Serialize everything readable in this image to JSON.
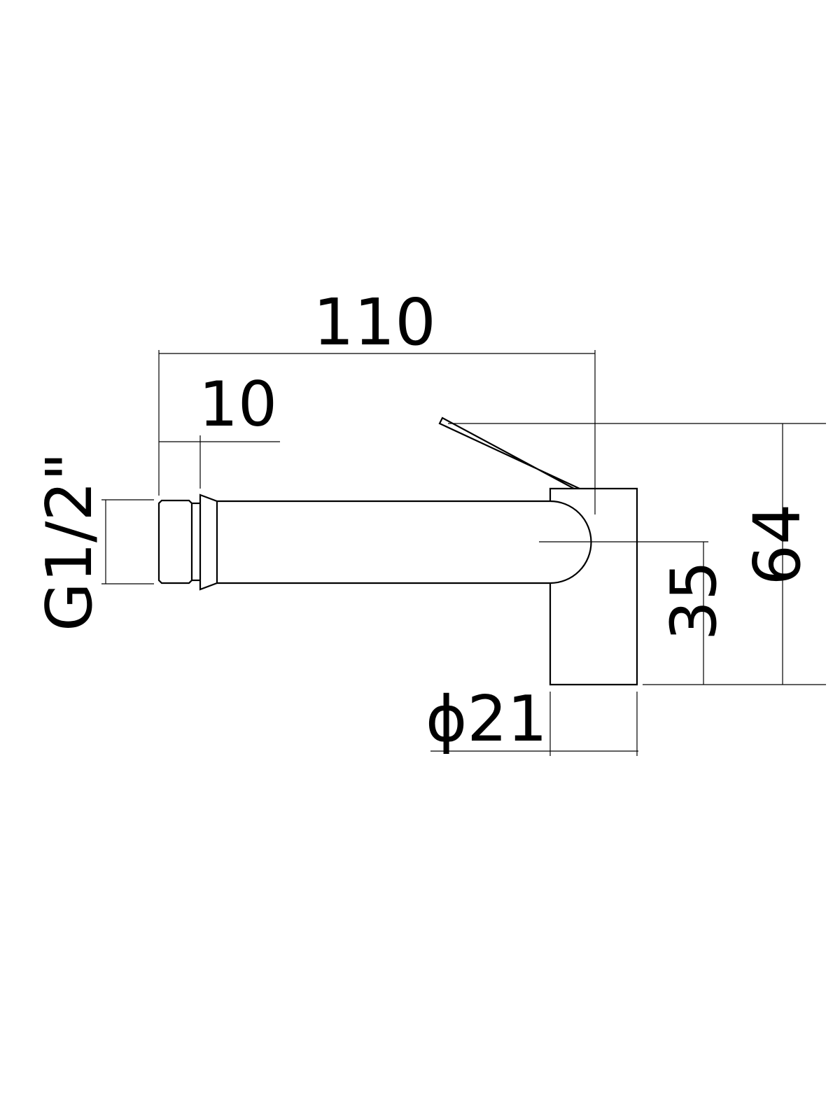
{
  "drawing": {
    "dimensions": {
      "overall_length": "110",
      "thread_length": "10",
      "thread_size": "G1/2\"",
      "overall_height": "64",
      "spout_height": "35",
      "body_diameter": "ϕ21"
    },
    "line_color": "#000000",
    "background_color": "#ffffff"
  }
}
